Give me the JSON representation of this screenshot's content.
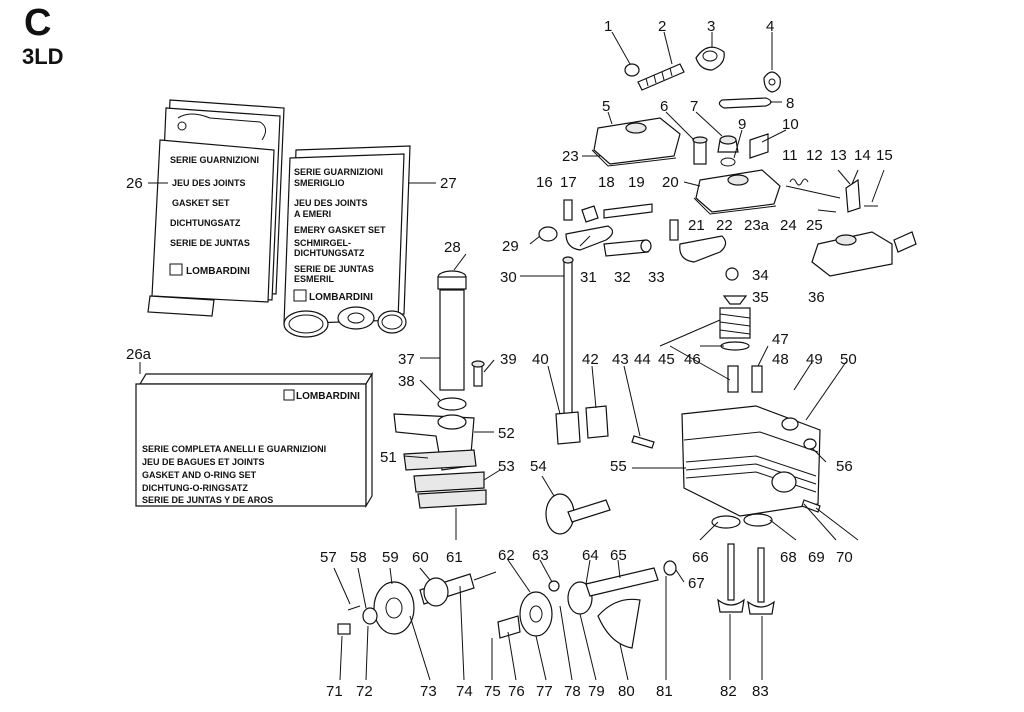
{
  "section": "C",
  "engine": "3LD",
  "callouts": [
    "1",
    "2",
    "3",
    "4",
    "5",
    "6",
    "7",
    "8",
    "9",
    "10",
    "11",
    "12",
    "13",
    "14",
    "15",
    "16",
    "17",
    "18",
    "19",
    "20",
    "21",
    "22",
    "23",
    "23a",
    "24",
    "25",
    "26",
    "26a",
    "27",
    "28",
    "29",
    "30",
    "31",
    "32",
    "33",
    "34",
    "35",
    "36",
    "37",
    "38",
    "39",
    "40",
    "42",
    "43",
    "44",
    "45",
    "46",
    "47",
    "48",
    "49",
    "50",
    "51",
    "52",
    "53",
    "54",
    "55",
    "56",
    "57",
    "58",
    "59",
    "60",
    "61",
    "62",
    "63",
    "64",
    "65",
    "66",
    "67",
    "68",
    "69",
    "70",
    "71",
    "72",
    "73",
    "74",
    "75",
    "76",
    "77",
    "78",
    "79",
    "80",
    "81",
    "82",
    "83"
  ],
  "packages": {
    "p26": {
      "lines": [
        "SERIE  GUARNIZIONI",
        "JEU  DES JOINTS",
        "GASKET  SET",
        "DICHTUNGSATZ",
        "SERIE DE JUNTAS"
      ],
      "brand": "LOMBARDINI"
    },
    "p27": {
      "lines": [
        "SERIE  GUARNIZIONI",
        "SMERIGLIO",
        "JEU  DES  JOINTS",
        "A EMERI",
        "EMERY GASKET SET",
        "SCHMIRGEL-",
        "DICHTUNGSATZ",
        "SERIE DE JUNTAS",
        "ESMERIL"
      ],
      "brand": "LOMBARDINI"
    },
    "p26a": {
      "lines": [
        "SERIE COMPLETA ANELLI E GUARNIZIONI",
        "JEU DE BAGUES ET JOINTS",
        "GASKET AND O-RING SET",
        "DICHTUNG-O-RINGSATZ",
        "SERIE DE JUNTAS Y DE AROS"
      ],
      "brand": "LOMBARDINI"
    }
  }
}
